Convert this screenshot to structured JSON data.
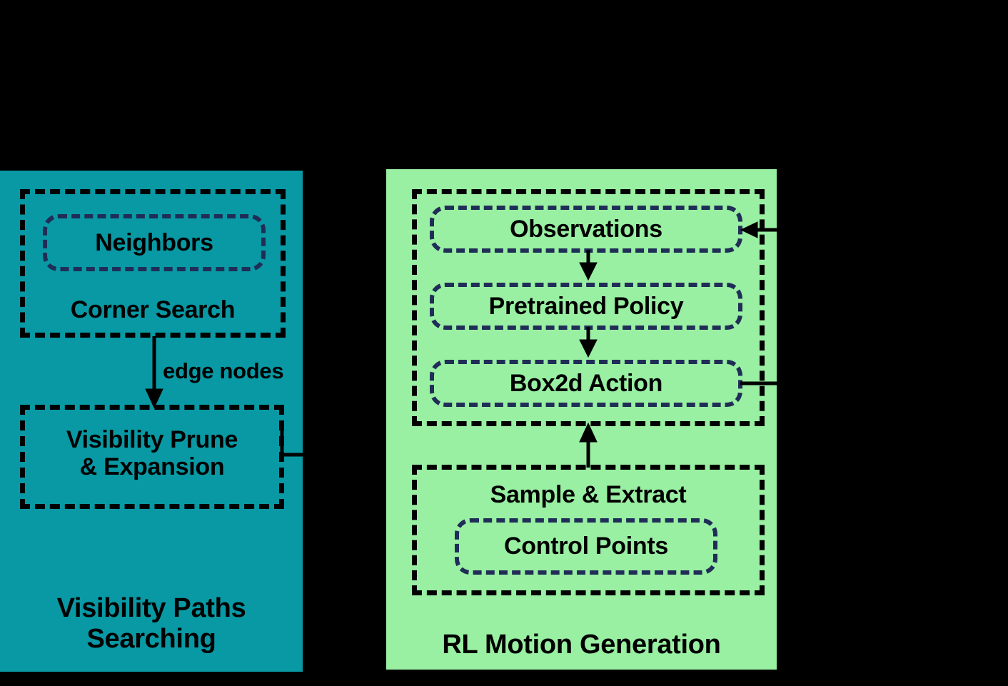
{
  "diagram": {
    "title": "Visibility Paths Searching and RL Motion Generation pipeline",
    "colors": {
      "panel_left_bg": "#0899a4",
      "panel_right_bg": "#99efa2",
      "background": "#000000",
      "group_border": "#000000",
      "node_border": "#1f2d57",
      "text": "#000000"
    }
  },
  "panels": [
    {
      "id": "visibility",
      "caption": "Visibility Paths\nSearching",
      "groups": [
        {
          "id": "corner-search",
          "label": "Corner Search",
          "nodes": [
            {
              "id": "neighbors",
              "label": "Neighbors"
            }
          ]
        },
        {
          "id": "visibility-prune",
          "label": "Visibility Prune\n& Expansion",
          "nodes": []
        }
      ],
      "connectors": [
        {
          "id": "edge-nodes",
          "label": "edge nodes",
          "from": "corner-search",
          "to": "visibility-prune",
          "direction": "down"
        },
        {
          "id": "prune-out",
          "label": "",
          "from": "visibility-prune",
          "to": "external",
          "direction": "right"
        }
      ]
    },
    {
      "id": "rl-motion",
      "caption": "RL Motion Generation",
      "groups": [
        {
          "id": "policy-loop",
          "label": "",
          "nodes": [
            {
              "id": "observations",
              "label": "Observations"
            },
            {
              "id": "pretrained-policy",
              "label": "Pretrained Policy"
            },
            {
              "id": "box2d-action",
              "label": "Box2d Action"
            }
          ]
        },
        {
          "id": "sample-extract",
          "label": "Sample & Extract",
          "nodes": [
            {
              "id": "control-points",
              "label": "Control Points"
            }
          ]
        }
      ],
      "connectors": [
        {
          "id": "obs-to-policy",
          "label": "",
          "from": "observations",
          "to": "pretrained-policy",
          "direction": "down"
        },
        {
          "id": "policy-to-action",
          "label": "",
          "from": "pretrained-policy",
          "to": "box2d-action",
          "direction": "down"
        },
        {
          "id": "sample-to-loop",
          "label": "",
          "from": "sample-extract",
          "to": "policy-loop",
          "direction": "up"
        },
        {
          "id": "obs-in",
          "label": "",
          "from": "external",
          "to": "observations",
          "direction": "left"
        },
        {
          "id": "action-out",
          "label": "",
          "from": "box2d-action",
          "to": "external",
          "direction": "right"
        }
      ]
    }
  ]
}
